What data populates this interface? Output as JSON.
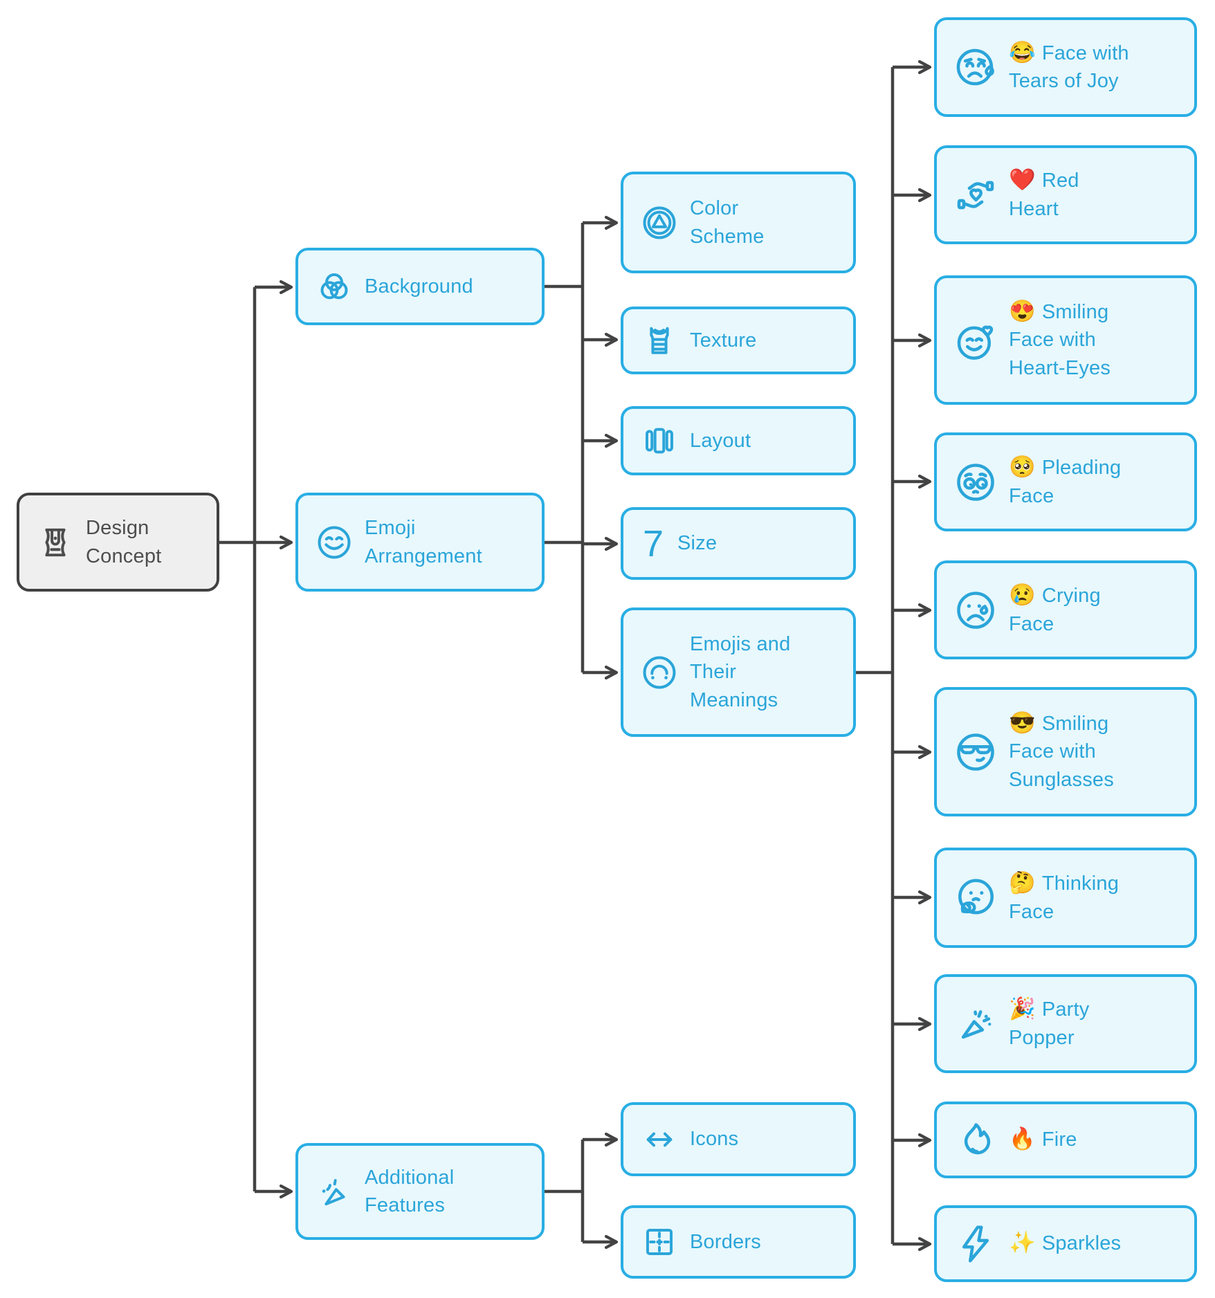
{
  "colors": {
    "node_fill": "#e8f8fd",
    "node_border": "#29aee4",
    "node_text": "#2ba5d9",
    "root_fill": "#efefef",
    "root_border": "#414141",
    "root_text": "#4d4d4d",
    "connector": "#434343"
  },
  "icon_glyphs": {
    "size_seven": "7"
  },
  "nodes": {
    "design_concept": {
      "label": "Design\nConcept"
    },
    "background": {
      "label": "Background"
    },
    "emoji_arrangement": {
      "label": "Emoji\nArrangement"
    },
    "additional_features": {
      "label": "Additional\nFeatures"
    },
    "color_scheme": {
      "label": "Color\nScheme"
    },
    "texture": {
      "label": "Texture"
    },
    "layout": {
      "label": "Layout"
    },
    "size": {
      "label": "Size"
    },
    "emojis_meanings": {
      "label": "Emojis and\nTheir\nMeanings"
    },
    "icons": {
      "label": "Icons"
    },
    "borders": {
      "label": "Borders"
    },
    "tears_of_joy": {
      "emoji": "😂",
      "label": "Face with\nTears of Joy"
    },
    "red_heart": {
      "emoji": "❤️",
      "label": "Red\nHeart"
    },
    "heart_eyes": {
      "emoji": "😍",
      "label": "Smiling\nFace with\nHeart-Eyes"
    },
    "pleading": {
      "emoji": "🥺",
      "label": "Pleading\nFace"
    },
    "crying": {
      "emoji": "😢",
      "label": "Crying\nFace"
    },
    "sunglasses": {
      "emoji": "😎",
      "label": "Smiling\nFace with\nSunglasses"
    },
    "thinking": {
      "emoji": "🤔",
      "label": "Thinking\nFace"
    },
    "party_popper": {
      "emoji": "🎉",
      "label": "Party\nPopper"
    },
    "fire": {
      "emoji": "🔥",
      "label": "Fire"
    },
    "sparkles": {
      "emoji": "✨",
      "label": "Sparkles"
    }
  }
}
